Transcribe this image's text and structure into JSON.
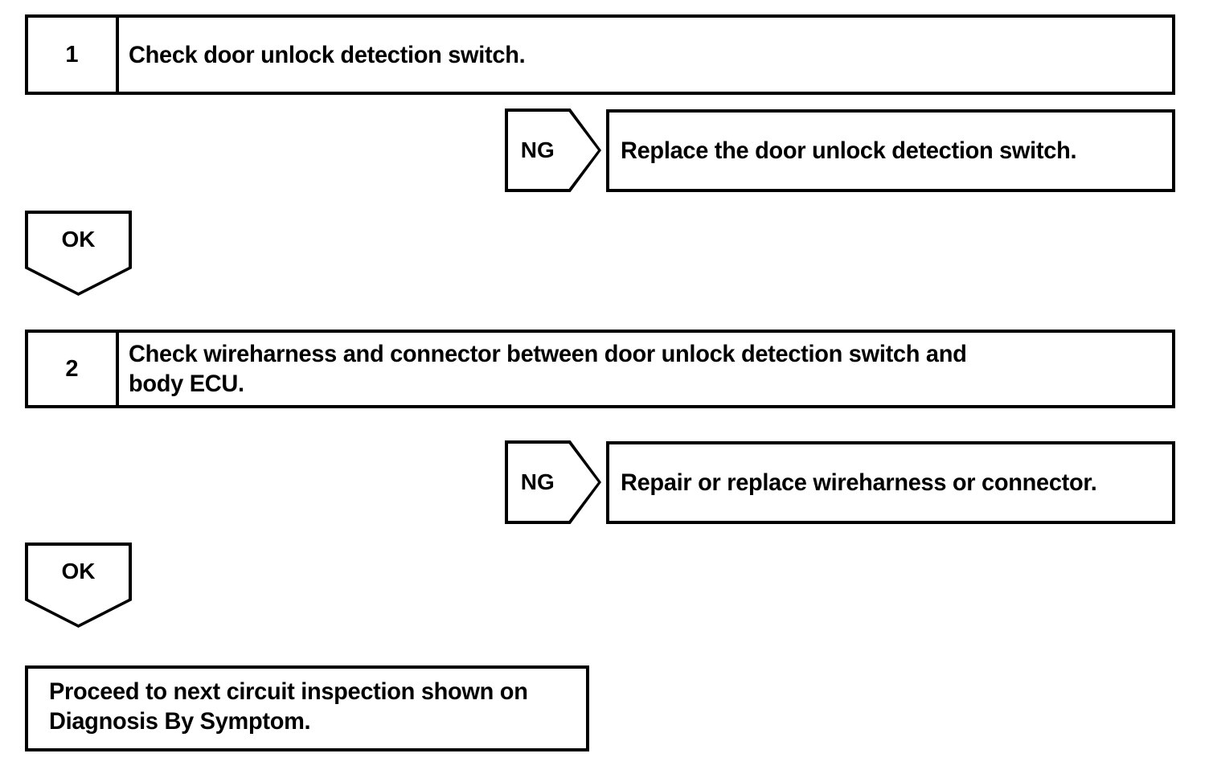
{
  "document": {
    "type": "troubleshooting-flowchart",
    "title": "Door unlock detection switch circuit inspection",
    "colors": {
      "line": "#000000",
      "background": "#ffffff",
      "text": "#000000"
    }
  },
  "steps": [
    {
      "number": "1",
      "text": "Check door unlock detection switch.",
      "branch": {
        "label": "NG",
        "result": "Replace the door unlock detection switch."
      },
      "pass": {
        "label": "OK"
      }
    },
    {
      "number": "2",
      "text_line1": "Check wireharness and connector between door unlock detection switch and",
      "text_line2": "body ECU.",
      "branch": {
        "label": "NG",
        "result": "Repair or replace wireharness or connector."
      },
      "pass": {
        "label": "OK"
      }
    }
  ],
  "final": {
    "line1": "Proceed to next circuit inspection shown on",
    "line2": "Diagnosis By Symptom."
  }
}
